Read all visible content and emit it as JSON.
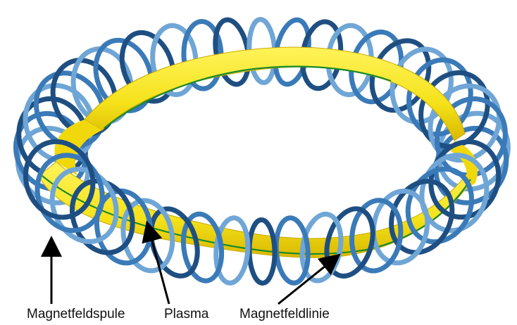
{
  "labels": {
    "coil": "Magnetfeldspule",
    "plasma": "Plasma",
    "field_line": "Magnetfeldlinie"
  },
  "colors": {
    "coil": "#3a7ab8",
    "coil_dark": "#1f4f82",
    "coil_light": "#6fa6d6",
    "plasma": "#f5e21a",
    "plasma_dark": "#d9b800",
    "field_line": "#1a8a2a",
    "arrow": "#000000"
  },
  "icons": {
    "coil": "coil-loop",
    "arrow": "pointer-arrow"
  }
}
